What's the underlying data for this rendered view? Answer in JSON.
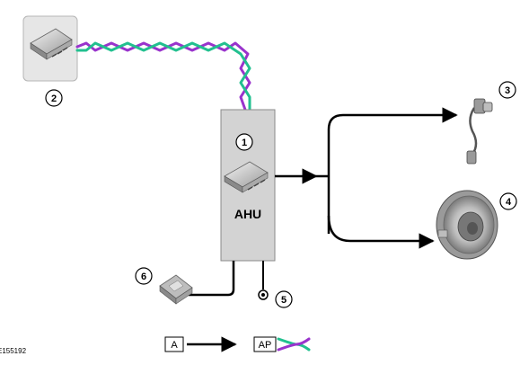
{
  "diagram": {
    "unit_label": "AHU",
    "figure_ref": "E155192",
    "callouts": [
      "1",
      "2",
      "3",
      "4",
      "5",
      "6"
    ],
    "legend": {
      "signal_label": "A",
      "bus_label": "AP"
    },
    "colors": {
      "bus_purple": "#9933cc",
      "bus_green": "#22c08f",
      "module_fill": "#d3d3d3",
      "wire": "#000000"
    }
  }
}
